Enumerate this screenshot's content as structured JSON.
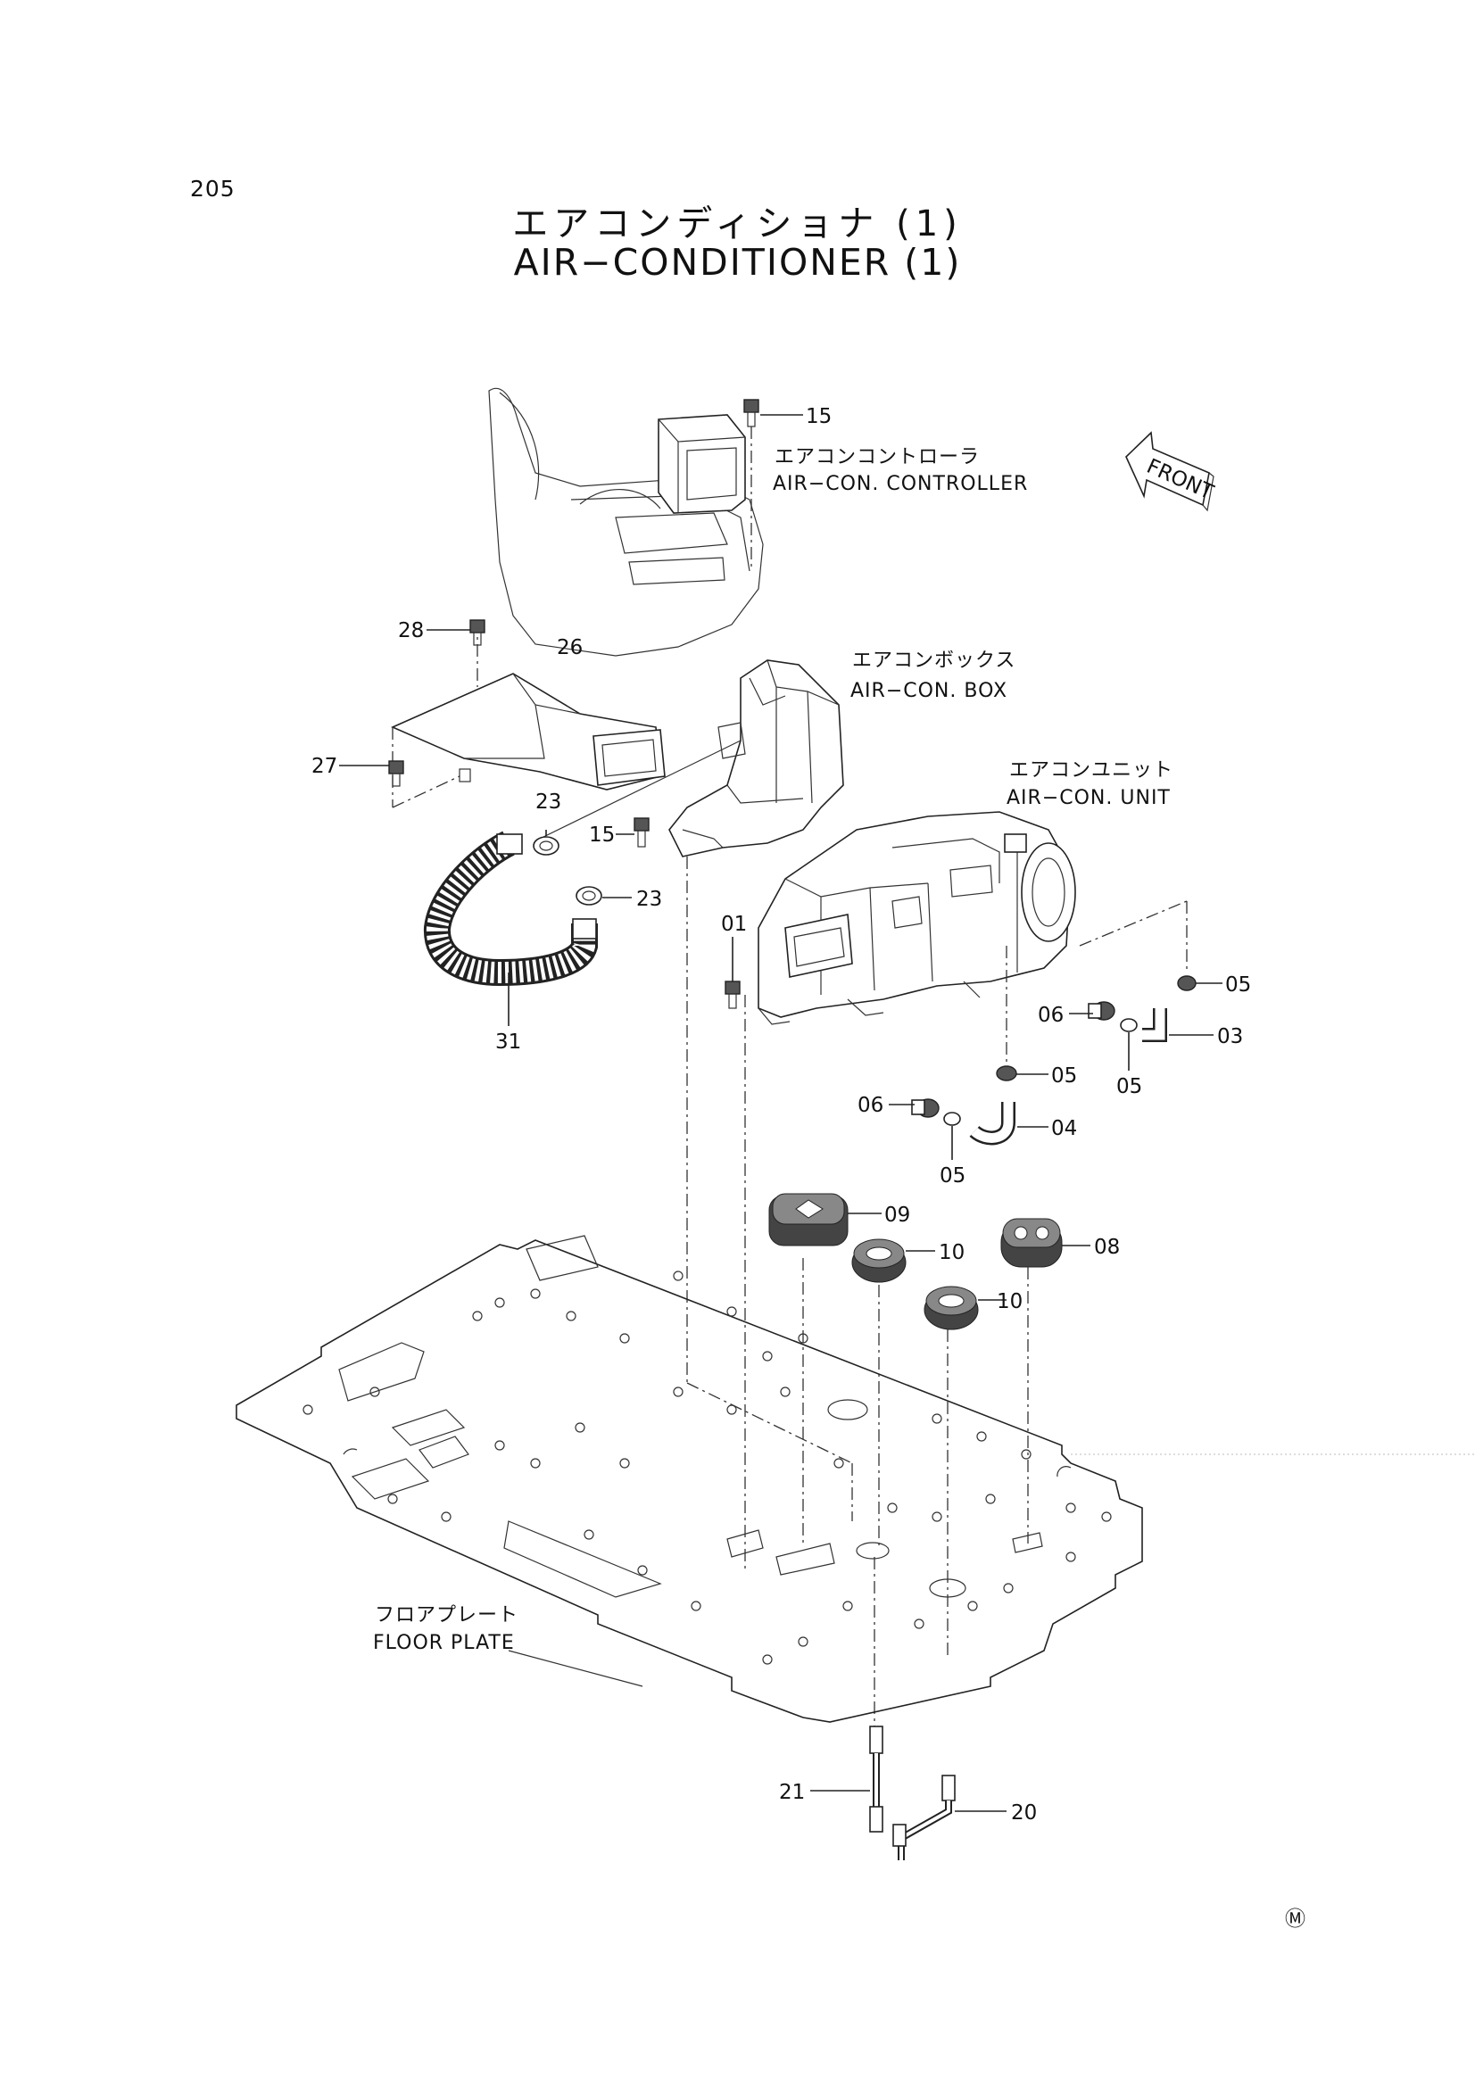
{
  "page_number": "205",
  "title_jp": "エアコンディショナ (1)",
  "title_en": "AIR−CONDITIONER (1)",
  "front_label": "FRONT",
  "mark": "Ⓜ",
  "assemblies": {
    "controller_jp": "エアコンコントローラ",
    "controller_en": "AIR−CON. CONTROLLER",
    "box_jp": "エアコンボックス",
    "box_en": "AIR−CON. BOX",
    "unit_jp": "エアコンユニット",
    "unit_en": "AIR−CON. UNIT",
    "floor_jp": "フロアプレート",
    "floor_en": "FLOOR PLATE"
  },
  "callouts": {
    "c15a": "15",
    "c28": "28",
    "c26": "26",
    "c27": "27",
    "c23a": "23",
    "c15b": "15",
    "c23b": "23",
    "c01": "01",
    "c31": "31",
    "c05a": "05",
    "c06a": "06",
    "c03": "03",
    "c05b": "05",
    "c05c": "05",
    "c06b": "06",
    "c04": "04",
    "c05d": "05",
    "c09": "09",
    "c10a": "10",
    "c08": "08",
    "c10b": "10",
    "c21": "21",
    "c20": "20"
  }
}
